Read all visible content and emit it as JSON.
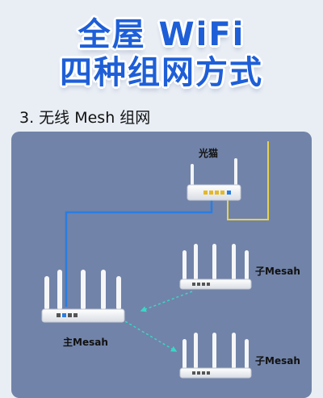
{
  "header": {
    "title_line1": "全屋 WiFi",
    "title_line2": "四种组网方式"
  },
  "section": {
    "subtitle": "3. 无线 Mesh 组网"
  },
  "diagram": {
    "modem_label": "光猫",
    "main_router_label": "主Mesah",
    "sub_router_1_label": "子Mesah",
    "sub_router_2_label": "子Mesah"
  },
  "colors": {
    "title": "#1e5fd7",
    "panel": "#7183a8",
    "wire_blue": "#2a7de1",
    "wire_yellow": "#e8d24a",
    "wireless_teal": "#3ad6c6"
  }
}
